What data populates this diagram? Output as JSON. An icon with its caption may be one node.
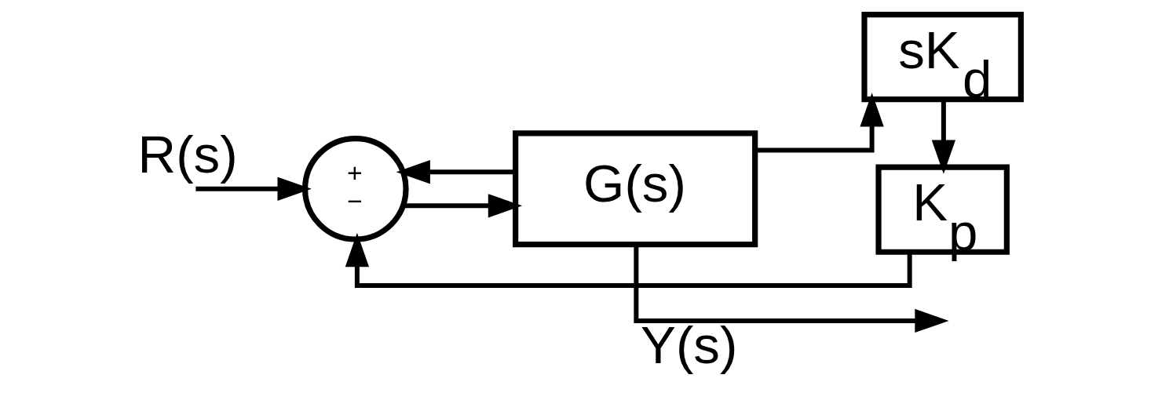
{
  "diagram": {
    "nodes": [
      {
        "text": [
          "+",
          "−"
        ]
      },
      {
        "text": [
          "G(s)"
        ]
      },
      {
        "text": [
          "sK$_{d}$"
        ]
      },
      {
        "text": [
          "K$_{p}$"
        ]
      }
    ],
    "edges": [
      {
        "from": null,
        "to": 0,
        "arrow": "to",
        "label": "R(s)"
      },
      {
        "from": 0,
        "to": 1,
        "arrow": "to"
      },
      {
        "from": 1,
        "to": null,
        "arrow": "to",
        "label": "Y(s)"
      },
      {
        "from": 1,
        "to": 0,
        "arrow": "to"
      },
      {
        "from": 1,
        "to": 2,
        "arrow": "to"
      },
      {
        "from": 2,
        "to": 3,
        "arrow": "to"
      },
      {
        "from": 3,
        "to": 0,
        "arrow": "to"
      }
    ]
  }
}
